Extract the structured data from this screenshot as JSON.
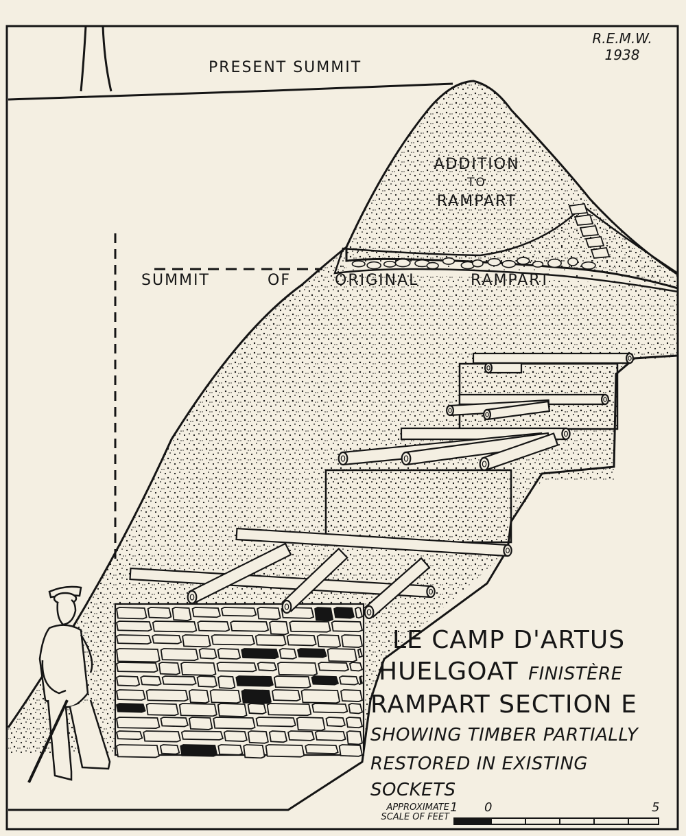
{
  "signature": {
    "initials": "R.E.M.W.",
    "year": "1938"
  },
  "labels": {
    "present_summit": "PRESENT SUMMIT",
    "addition_line1": "ADDITION",
    "addition_line2": "TO",
    "addition_line3": "RAMPART",
    "orig_word1": "SUMMIT",
    "orig_word2": "OF",
    "orig_word3": "ORIGINAL",
    "orig_word4": "RAMPART"
  },
  "caption": {
    "line1": "LE CAMP D'ARTUS",
    "line2_main": "HUELGOAT",
    "line2_ital": "FINISTÈRE",
    "line3": "RAMPART SECTION E",
    "line4": "SHOWING TIMBER PARTIALLY",
    "line5": "RESTORED IN EXISTING",
    "line6": "SOCKETS"
  },
  "scale": {
    "label_line1": "APPROXIMATE",
    "label_line2": "SCALE OF FEET",
    "ticks": [
      1,
      0,
      5
    ],
    "tick_labels": [
      "1",
      "0",
      "5"
    ]
  },
  "colors": {
    "paper": "#f4efe2",
    "ink": "#151515"
  }
}
